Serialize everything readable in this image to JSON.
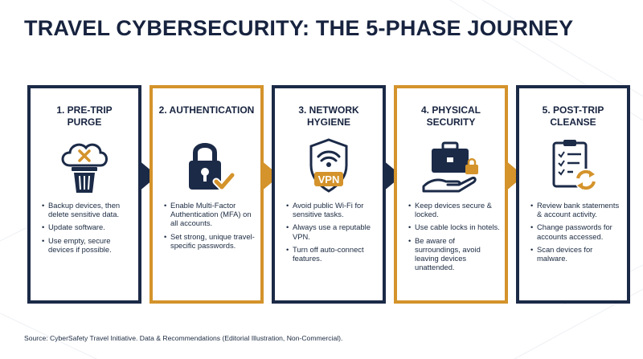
{
  "title": "TRAVEL CYBERSECURITY: THE 5-PHASE JOURNEY",
  "colors": {
    "navy": "#1b2a47",
    "gold": "#d4932b",
    "text": "#17233f"
  },
  "phases": [
    {
      "title": "1. PRE-TRIP\nPURGE",
      "icon": "cloud-trash-icon",
      "border": "navy",
      "bullets": [
        "Backup devices, then delete sensitive data.",
        "Update software.",
        "Use empty, secure devices if possible."
      ]
    },
    {
      "title": "2. AUTHENTICATION",
      "icon": "padlock-check-icon",
      "border": "gold",
      "bullets": [
        "Enable Multi-Factor Authentication (MFA) on all accounts.",
        "Set strong, unique travel-specific passwords."
      ]
    },
    {
      "title": "3. NETWORK\nHYGIENE",
      "icon": "wifi-shield-vpn-icon",
      "icon_label": "VPN",
      "border": "navy",
      "bullets": [
        "Avoid public Wi-Fi for sensitive tasks.",
        "Always use a reputable VPN.",
        "Turn off auto-connect features."
      ]
    },
    {
      "title": "4. PHYSICAL\nSECURITY",
      "icon": "briefcase-lock-hand-icon",
      "border": "gold",
      "bullets": [
        "Keep devices secure & locked.",
        "Use cable locks in hotels.",
        "Be aware of surroundings, avoid leaving devices unattended."
      ]
    },
    {
      "title": "5. POST-TRIP\nCLEANSE",
      "icon": "clipboard-refresh-icon",
      "border": "navy",
      "bullets": [
        "Review bank statements & account activity.",
        "Change passwords for accounts accessed.",
        "Scan devices for malware."
      ]
    }
  ],
  "source": "Source: CyberSafety Travel Initiative. Data & Recommendations (Editorial Illustration, Non-Commercial)."
}
